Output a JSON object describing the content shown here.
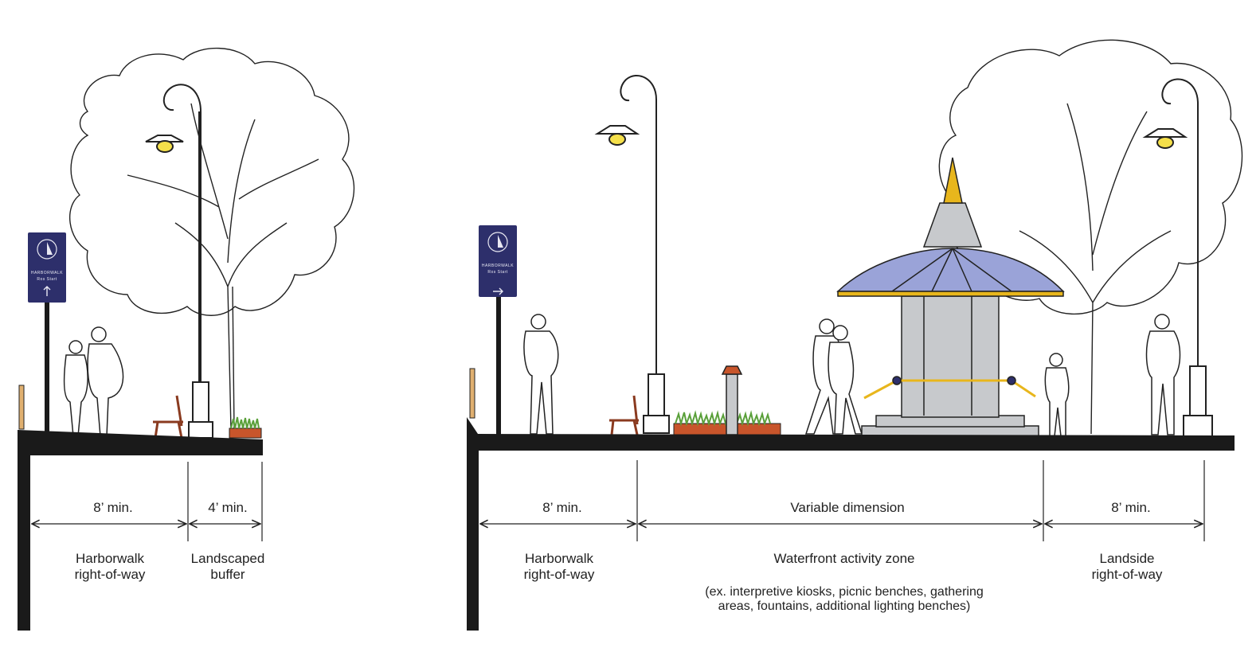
{
  "colors": {
    "ground": "#1a1a1a",
    "lamp_glow": "#f5e04a",
    "sign_bg": "#2d2f6b",
    "kiosk_roof": "#9aa3d8",
    "kiosk_body": "#c7c9cc",
    "kiosk_spire": "#e8b61c",
    "planter_soil": "#c8552b",
    "grass": "#5aa03a",
    "bench": "#8a3a1f"
  },
  "icons": [
    "tree-icon",
    "street-lamp-icon",
    "harborwalk-sign-icon",
    "bench-icon",
    "planter-icon",
    "kiosk-icon",
    "person-icon",
    "bollard-icon"
  ],
  "section_left": {
    "dimensions": [
      {
        "label": "8’ min."
      },
      {
        "label": "4’ min."
      }
    ],
    "zones": [
      {
        "line1": "Harborwalk",
        "line2": "right-of-way"
      },
      {
        "line1": "Landscaped",
        "line2": "buffer"
      }
    ],
    "sign": {
      "title": "HARBORWALK",
      "subtitle": "Ros Start",
      "arrow": "↑"
    }
  },
  "section_right": {
    "dimensions": [
      {
        "label": "8’ min."
      },
      {
        "label": "Variable dimension"
      },
      {
        "label": "8’ min."
      }
    ],
    "zones": [
      {
        "line1": "Harborwalk",
        "line2": "right-of-way"
      },
      {
        "line1": "Waterfront activity zone",
        "line2": ""
      },
      {
        "line1": "Landside",
        "line2": "right-of-way"
      }
    ],
    "note_line1": "(ex. interpretive kiosks, picnic benches, gathering",
    "note_line2": "areas, fountains, additional lighting benches)",
    "sign": {
      "title": "HARBORWALK",
      "subtitle": "Ros Start",
      "arrow": "→"
    }
  }
}
